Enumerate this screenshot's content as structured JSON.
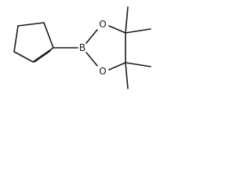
{
  "molecule": {
    "atoms": {
      "boron": "B",
      "oxygen_top": "O",
      "oxygen_bottom": "O"
    }
  }
}
